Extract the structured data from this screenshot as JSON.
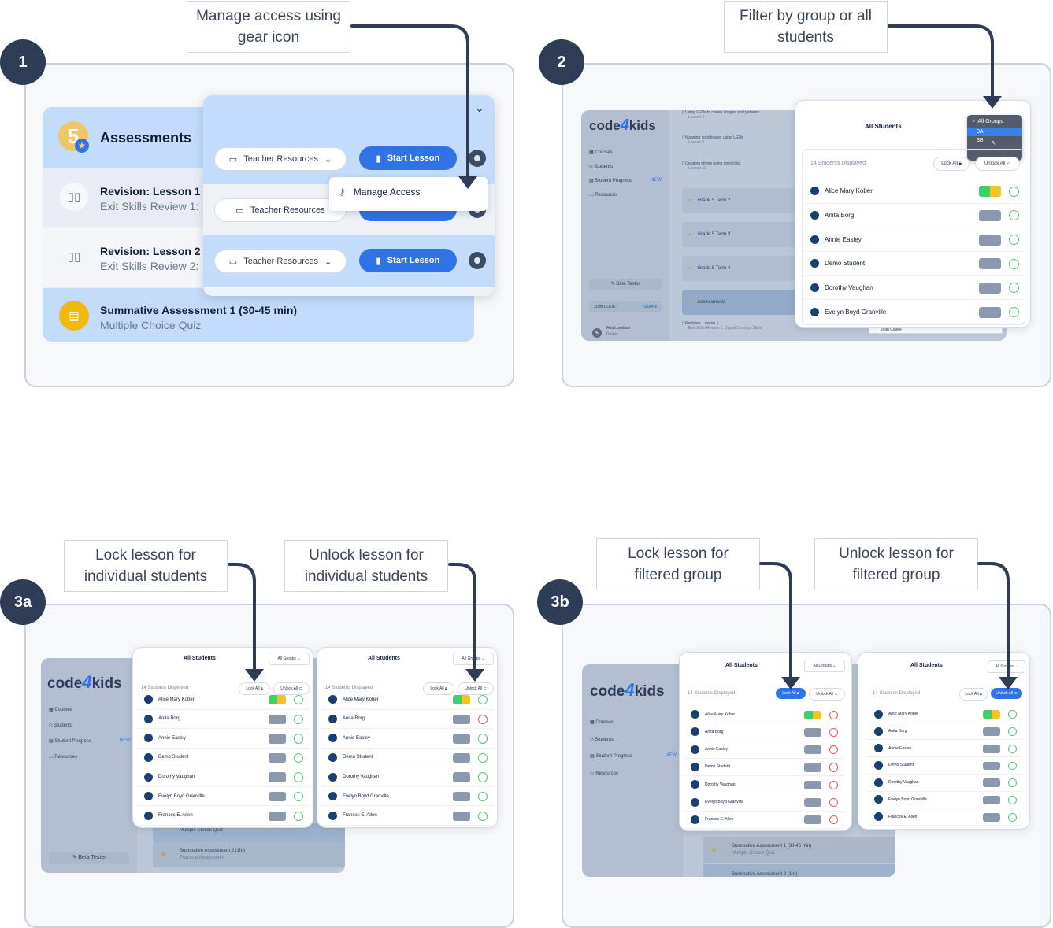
{
  "colors": {
    "accent": "#2f73e6",
    "badge": "#2e3d55",
    "panel_border": "#c9d1de",
    "toggle_on_green": "#3fcf6a",
    "toggle_on_yellow": "#f3c324",
    "lock_red": "#e25a5a",
    "unlock_green": "#58c57a"
  },
  "steps": [
    {
      "badge": "1",
      "callout": "Manage access using gear icon"
    },
    {
      "badge": "2",
      "callout": "Filter by group or all students"
    },
    {
      "badge": "3a",
      "callout_lock": "Lock lesson for individual students",
      "callout_unlock": "Unlock lesson for individual students"
    },
    {
      "badge": "3b",
      "callout_lock": "Lock lesson for filtered group",
      "callout_unlock": "Unlock lesson for filtered group"
    }
  ],
  "step1": {
    "header_title": "Assessments",
    "badge_number": "5",
    "lessons": [
      {
        "title": "Revision: Lesson 1",
        "subtitle": "Exit Skills Review 1:"
      },
      {
        "title": "Revision: Lesson 2",
        "subtitle": "Exit Skills Review 2:"
      },
      {
        "title": "Summative Assessment 1 (30-45 min)",
        "subtitle": "Multiple Choice Quiz"
      }
    ],
    "teacher_resources": "Teacher Resources",
    "start_lesson": "Start Lesson",
    "menu_item": "Manage Access"
  },
  "app": {
    "logo_left": "code",
    "logo_num": "4",
    "logo_right": "kids",
    "nav": [
      "Courses",
      "Students",
      "Student Progress",
      "Resources"
    ],
    "nav_new": "NEW",
    "beta": "Beta Tester",
    "join_code_label": "JOIN CODE:",
    "join_code": "72D8H6",
    "user_name": "Ada Lovelace",
    "user_role": "Demo",
    "user_initials": "AL"
  },
  "step2": {
    "lessons": [
      {
        "title": "Using LEDs to create images and patterns",
        "sub": "Lesson 8"
      },
      {
        "title": "Mapping coordinates using LEDs",
        "sub": "Lesson 9"
      },
      {
        "title": "Creating timers using micro:bits",
        "sub": "Lesson 10"
      }
    ],
    "terms": [
      "Grade 5 Term 2",
      "Grade 5 Term 3",
      "Grade 5 Term 4"
    ],
    "assessments": "Assessments",
    "rev_title": "Revision: Lesson 1",
    "rev_sub": "Exit Skills Review 1: Digital Concept Skills",
    "dropdown_options": [
      "All Groups",
      "3A",
      "3B"
    ],
    "hidden_row": "Joan Clarke"
  },
  "step3a": {
    "bottom_items": [
      {
        "title": "",
        "sub": "Multiple Choice Quiz"
      },
      {
        "title": "Summative Assessment 2 (1hr)",
        "sub": "Practical Assessment"
      }
    ]
  },
  "step3b": {
    "bottom_items": [
      {
        "title": "Summative Assessment 1 (30-45 min)",
        "sub": "Multiple Choice Quiz"
      },
      {
        "title": "Summative Assessment 2 (1hr)",
        "sub": ""
      }
    ]
  },
  "access_panel": {
    "title": "All Students",
    "group_select": "All Groups",
    "count": "14 Students Displayed",
    "lock_all": "Lock All",
    "unlock_all": "Unlock All",
    "students": [
      "Alice Mary Kober",
      "Anita Borg",
      "Annie Easley",
      "Demo Student",
      "Dorothy Vaughan",
      "Evelyn Boyd Granville",
      "Frances E. Allen"
    ],
    "toggle_states_first_unlocked": 1
  }
}
